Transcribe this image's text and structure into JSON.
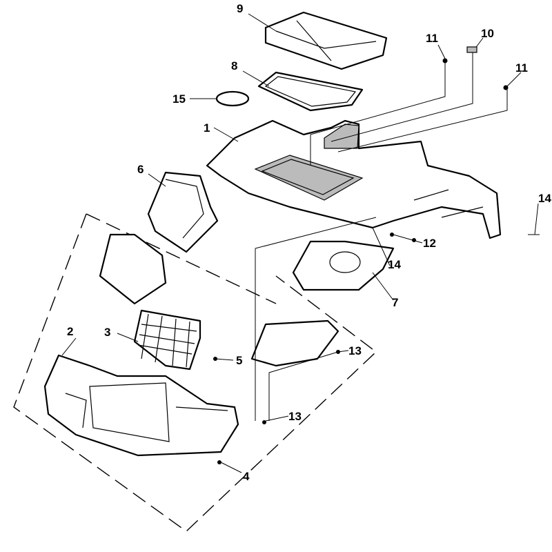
{
  "diagram": {
    "type": "exploded-parts-view",
    "callouts": [
      "9",
      "8",
      "15",
      "1",
      "6",
      "11",
      "10",
      "11",
      "14",
      "12",
      "14",
      "7",
      "3",
      "2",
      "5",
      "13",
      "13",
      "4"
    ]
  }
}
